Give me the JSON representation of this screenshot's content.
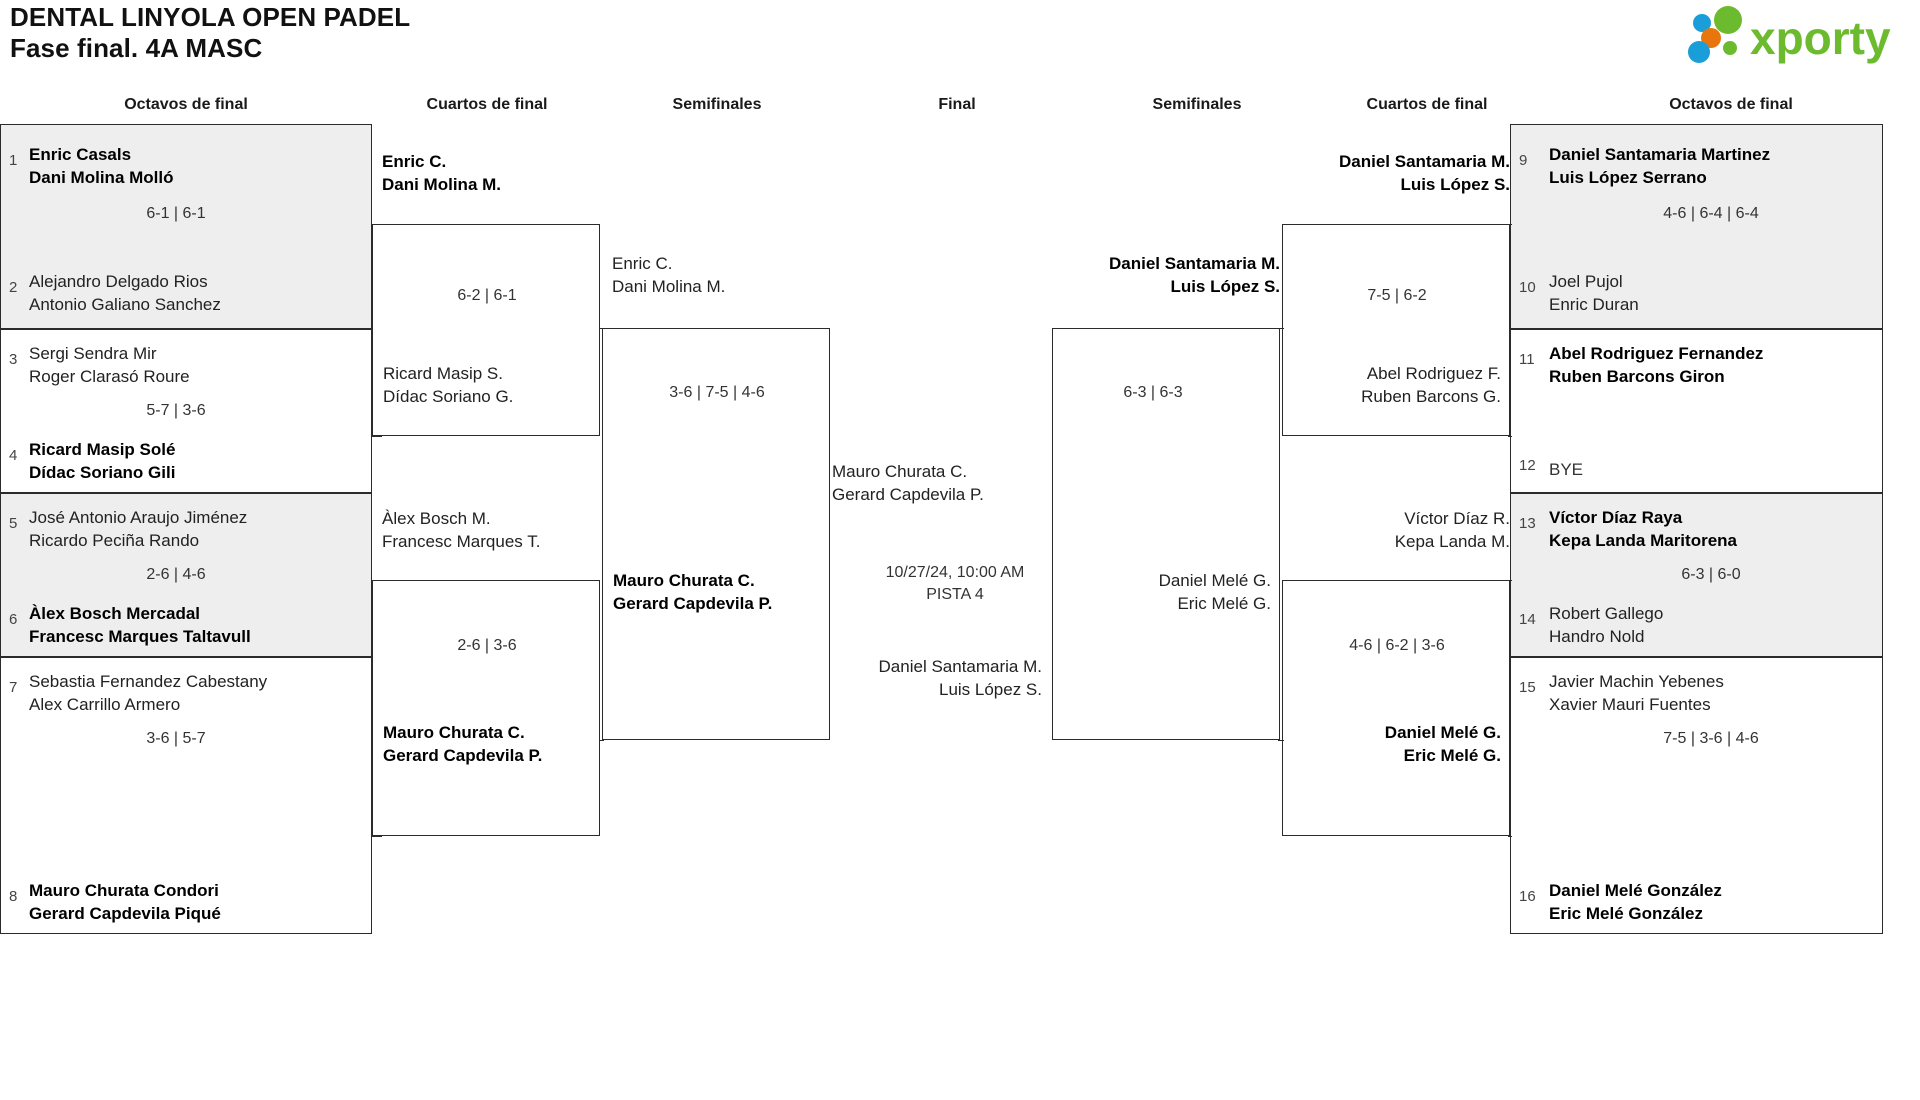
{
  "header": {
    "tournament_name": "DENTAL LINYOLA OPEN PADEL",
    "phase": "Fase final. 4A MASC",
    "logo_text": "xporty",
    "logo_colors": {
      "green": "#6cbb2e",
      "orange": "#e8760d",
      "blue": "#1a9ed9"
    }
  },
  "round_headers": [
    {
      "label": "Octavos de final"
    },
    {
      "label": "Cuartos de final"
    },
    {
      "label": "Semifinales"
    },
    {
      "label": "Final"
    },
    {
      "label": "Semifinales"
    },
    {
      "label": "Cuartos de final"
    },
    {
      "label": "Octavos de final"
    }
  ],
  "left": {
    "r16": [
      {
        "seed_top": "1",
        "top_p1": "Enric Casals",
        "top_p2": "Dani Molina Molló",
        "top_winner": true,
        "score": "6-1 | 6-1",
        "seed_bottom": "2",
        "bottom_p1": "Alejandro Delgado Rios",
        "bottom_p2": "Antonio Galiano Sanchez",
        "bottom_winner": false
      },
      {
        "seed_top": "3",
        "top_p1": "Sergi Sendra Mir",
        "top_p2": "Roger Clarasó Roure",
        "top_winner": false,
        "score": "5-7 | 3-6",
        "seed_bottom": "4",
        "bottom_p1": "Ricard Masip Solé",
        "bottom_p2": "Dídac Soriano Gili",
        "bottom_winner": true
      },
      {
        "seed_top": "5",
        "top_p1": "José Antonio Araujo Jiménez",
        "top_p2": "Ricardo Peciña Rando",
        "top_winner": false,
        "score": "2-6 | 4-6",
        "seed_bottom": "6",
        "bottom_p1": "Àlex Bosch Mercadal",
        "bottom_p2": "Francesc Marques Taltavull",
        "bottom_winner": true
      },
      {
        "seed_top": "7",
        "top_p1": "Sebastia Fernandez Cabestany",
        "top_p2": "Alex Carrillo Armero",
        "top_winner": false,
        "score": "3-6 | 5-7",
        "seed_bottom": "8",
        "bottom_p1": "Mauro Churata Condori",
        "bottom_p2": "Gerard Capdevila Piqué",
        "bottom_winner": true
      }
    ],
    "quarters": [
      {
        "top_p1": "Enric C.",
        "top_p2": "Dani Molina M.",
        "top_winner": true,
        "score": "6-2 | 6-1",
        "bottom_p1": "Ricard Masip S.",
        "bottom_p2": "Dídac Soriano G.",
        "bottom_winner": false
      },
      {
        "top_p1": "Àlex Bosch M.",
        "top_p2": "Francesc Marques T.",
        "top_winner": false,
        "score": "2-6 | 3-6",
        "bottom_p1": "Mauro Churata C.",
        "bottom_p2": "Gerard Capdevila P.",
        "bottom_winner": true
      }
    ],
    "semifinal": {
      "top_p1": "Enric C.",
      "top_p2": "Dani Molina M.",
      "top_winner": false,
      "score": "3-6 | 7-5 | 4-6",
      "bottom_p1": "Mauro Churata C.",
      "bottom_p2": "Gerard Capdevila P.",
      "bottom_winner": true
    }
  },
  "final": {
    "top_p1": "Mauro Churata C.",
    "top_p2": "Gerard Capdevila P.",
    "top_winner": false,
    "schedule_date": "10/27/24, 10:00 AM",
    "schedule_court": "PISTA 4",
    "bottom_p1": "Daniel Santamaria M.",
    "bottom_p2": "Luis López S.",
    "bottom_winner": false
  },
  "right": {
    "semifinal": {
      "top_p1": "Daniel Santamaria M.",
      "top_p2": "Luis López S.",
      "top_winner": true,
      "score": "6-3 | 6-3",
      "bottom_p1": "Daniel Melé G.",
      "bottom_p2": "Eric Melé G.",
      "bottom_winner": false
    },
    "quarters": [
      {
        "top_p1": "Daniel Santamaria M.",
        "top_p2": "Luis López S.",
        "top_winner": true,
        "score": "7-5 | 6-2",
        "bottom_p1": "Abel Rodriguez F.",
        "bottom_p2": "Ruben Barcons G.",
        "bottom_winner": false
      },
      {
        "top_p1": "Víctor Díaz R.",
        "top_p2": "Kepa Landa M.",
        "top_winner": false,
        "score": "4-6 | 6-2 | 3-6",
        "bottom_p1": "Daniel Melé G.",
        "bottom_p2": "Eric Melé G.",
        "bottom_winner": true
      }
    ],
    "r16": [
      {
        "seed_top": "9",
        "top_p1": "Daniel Santamaria Martinez",
        "top_p2": "Luis López Serrano",
        "top_winner": true,
        "score": "4-6 | 6-4 | 6-4",
        "seed_bottom": "10",
        "bottom_p1": "Joel Pujol",
        "bottom_p2": "Enric Duran",
        "bottom_winner": false
      },
      {
        "seed_top": "11",
        "top_p1": "Abel Rodriguez Fernandez",
        "top_p2": "Ruben Barcons Giron",
        "top_winner": true,
        "score": "",
        "seed_bottom": "12",
        "bottom_p1": "BYE",
        "bottom_p2": "",
        "bottom_winner": false
      },
      {
        "seed_top": "13",
        "top_p1": "Víctor Díaz Raya",
        "top_p2": "Kepa Landa Maritorena",
        "top_winner": true,
        "score": "6-3 | 6-0",
        "seed_bottom": "14",
        "bottom_p1": "Robert Gallego",
        "bottom_p2": "Handro Nold",
        "bottom_winner": false
      },
      {
        "seed_top": "15",
        "top_p1": "Javier Machin Yebenes",
        "top_p2": "Xavier Mauri Fuentes",
        "top_winner": false,
        "score": "7-5 | 3-6 | 4-6",
        "seed_bottom": "16",
        "bottom_p1": "Daniel Melé González",
        "bottom_p2": "Eric Melé González",
        "bottom_winner": true
      }
    ]
  }
}
